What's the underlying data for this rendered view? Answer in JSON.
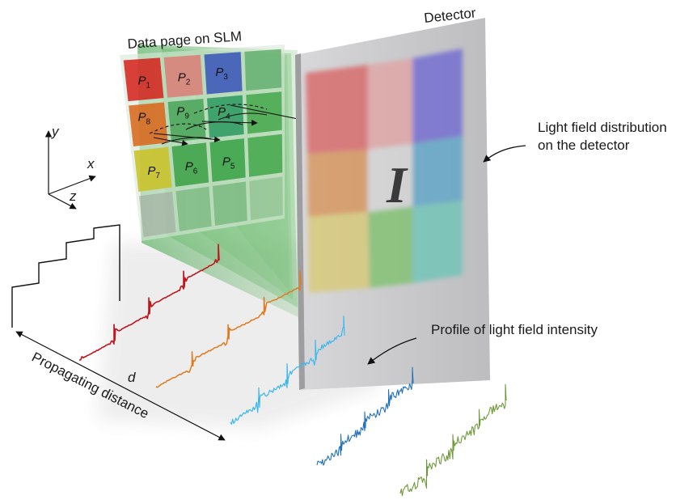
{
  "labels": {
    "slm_title": "Data page on SLM",
    "detector": "Detector",
    "light_field_line1": "Light field distribution",
    "light_field_line2": "on the detector",
    "profile": "Profile of light field intensity",
    "propagating": "Propagating distance",
    "d": "d",
    "big_i": "I",
    "axis_x": "x",
    "axis_y": "y",
    "axis_z": "z"
  },
  "pages": [
    {
      "base": "P",
      "sub": "1"
    },
    {
      "base": "P",
      "sub": "2"
    },
    {
      "base": "P",
      "sub": "3"
    },
    {
      "base": "P",
      "sub": "4"
    },
    {
      "base": "P",
      "sub": "5"
    },
    {
      "base": "P",
      "sub": "6"
    },
    {
      "base": "P",
      "sub": "7"
    },
    {
      "base": "P",
      "sub": "8"
    },
    {
      "base": "P",
      "sub": "9"
    }
  ],
  "colors": {
    "red_profile": "#c0161c",
    "orange_profile": "#e07a1e",
    "cyan_profile": "#3cb8ee",
    "blue_profile": "#2372b9",
    "green_profile": "#6f9a3a",
    "detector_panel": "#c9c9cb"
  }
}
